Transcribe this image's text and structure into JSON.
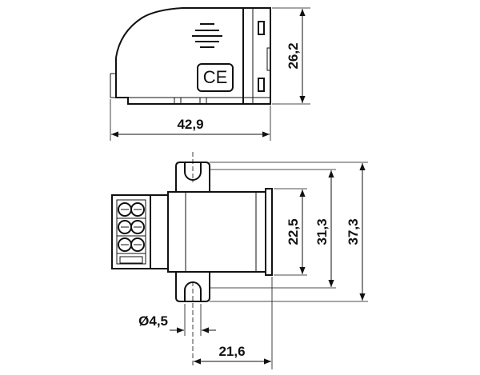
{
  "dimensions": {
    "side_height": "26,2",
    "side_width": "42,9",
    "inner_height": "22,5",
    "mid_height": "31,3",
    "total_height": "37,3",
    "hole_diameter": "Ø4,5",
    "bottom_width": "21,6"
  },
  "marks": {
    "ce_mark": "CE"
  },
  "colors": {
    "line": "#111111",
    "background": "#ffffff"
  }
}
